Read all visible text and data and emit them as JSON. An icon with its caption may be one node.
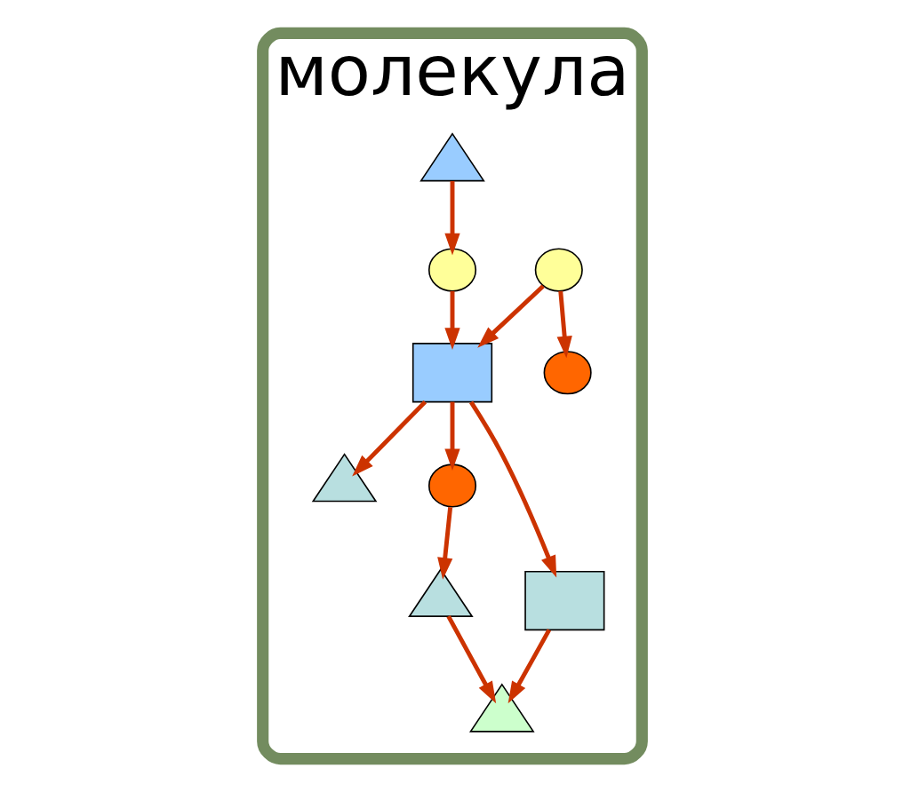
{
  "diagram": {
    "nodes": [
      {
        "text": [
          "молекула"
        ]
      },
      {
        "text": [],
        "shape": "circle",
        "in": 0
      },
      {
        "text": [],
        "shape": "triangle",
        "in": 0
      },
      {
        "text": [],
        "shape": "circle",
        "in": 0
      },
      {
        "text": [],
        "shape": "triangle",
        "in": 0
      },
      {
        "text": [],
        "shape": "circle",
        "in": 0
      },
      {
        "text": [],
        "shape": "box",
        "in": 0
      },
      {
        "text": [],
        "shape": "triangle",
        "in": 0
      },
      {
        "text": [],
        "shape": "triangle",
        "in": 0
      },
      {
        "text": [],
        "shape": "circle",
        "in": 0
      },
      {
        "text": [],
        "shape": "box",
        "in": 0
      }
    ],
    "edges": [
      {
        "from": 1,
        "to": 6,
        "arrow": "to"
      },
      {
        "from": 1,
        "to": 5,
        "arrow": "to"
      },
      {
        "from": 6,
        "to": 2,
        "arrow": "to"
      },
      {
        "from": 6,
        "to": 3,
        "arrow": "to"
      },
      {
        "from": 3,
        "to": 4,
        "arrow": "to"
      },
      {
        "from": 4,
        "to": 7,
        "arrow": "to"
      },
      {
        "from": 6,
        "to": 10,
        "arrow": "to"
      },
      {
        "from": 10,
        "to": 7,
        "arrow": "to"
      },
      {
        "from": 8,
        "to": 9,
        "arrow": "to"
      },
      {
        "from": 9,
        "to": 6,
        "arrow": "to"
      }
    ]
  }
}
